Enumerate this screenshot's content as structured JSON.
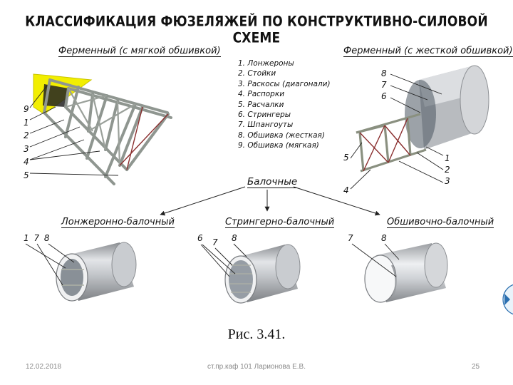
{
  "title": "КЛАССИФИКАЦИЯ ФЮЗЕЛЯЖЕЙ ПО КОНСТРУКТИВНО-СИЛОВОЙ СХЕМЕ",
  "headers": {
    "truss_soft": "Ферменный (с мягкой обшивкой)",
    "truss_hard": "Ферменный (с жесткой обшивкой)",
    "beam": "Балочные",
    "spar_beam": "Лонжеронно-балочный",
    "stringer_beam": "Стрингерно-балочный",
    "skin_beam": "Обшивочно-балочный"
  },
  "legend": [
    "1. Лонжероны",
    "2. Стойки",
    "3. Раскосы (диагонали)",
    "4. Распорки",
    "5. Расчалки",
    "6. Стрингеры",
    "7. Шпангоуты",
    "8. Обшивка (жесткая)",
    "9. Обшивка (мягкая)"
  ],
  "left_numbers": [
    "9",
    "1",
    "2",
    "3",
    "4",
    "5"
  ],
  "right_numbers_top": [
    "8",
    "7",
    "6"
  ],
  "right_numbers_side": [
    "5",
    "4"
  ],
  "right_numbers_bottom": [
    "1",
    "2",
    "3"
  ],
  "spar_numbers": "1 7 8",
  "stringer_numbers": [
    "6",
    "7",
    "8"
  ],
  "skin_numbers": [
    "7",
    "8"
  ],
  "caption": "Рис. 3.41.",
  "footer": {
    "date": "12.02.2018",
    "author": "ст.пр.каф 101 Ларионова Е.В.",
    "page": "25"
  },
  "colors": {
    "soft_skin": "#f2ee00",
    "frame": "#8f9690",
    "shell": "#b9bcc0",
    "diagonal": "#8a2e2e"
  }
}
